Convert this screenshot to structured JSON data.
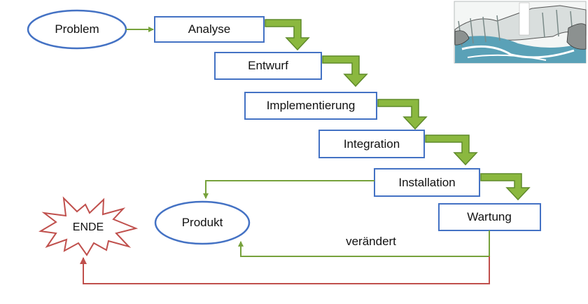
{
  "diagram": {
    "nodes": {
      "problem": "Problem",
      "analyse": "Analyse",
      "entwurf": "Entwurf",
      "implementierung": "Implementierung",
      "integration": "Integration",
      "installation": "Installation",
      "wartung": "Wartung",
      "produkt": "Produkt",
      "ende": "ENDE"
    },
    "edge_labels": {
      "veraendert": "verändert"
    }
  },
  "colors": {
    "box_border": "#4472c4",
    "green_arrow": "#77a23c",
    "green_fill": "#8bb83f",
    "red_line": "#c0504d",
    "text": "#111111"
  }
}
